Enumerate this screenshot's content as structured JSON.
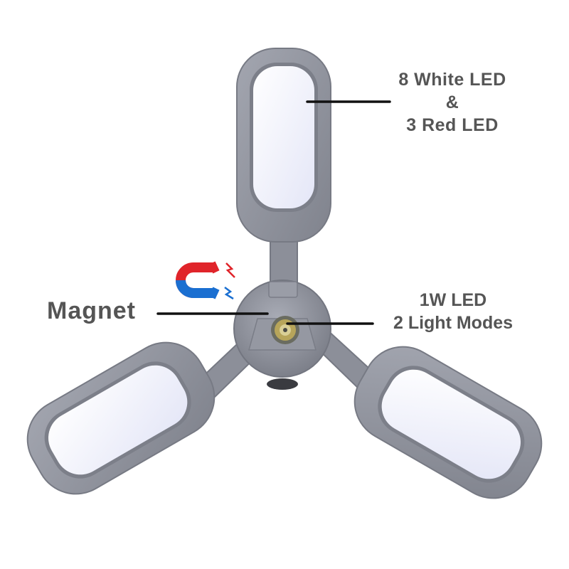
{
  "annotations": {
    "led_panel": {
      "line1": "8 White LED",
      "line2": "&",
      "line3": "3 Red LED"
    },
    "magnet": {
      "label": "Magnet"
    },
    "center_light": {
      "line1": "1W LED",
      "line2": "2 Light Modes"
    }
  },
  "icons": {
    "magnet_icon": "horseshoe-magnet-icon"
  },
  "colors": {
    "background": "#ffffff",
    "housing": "#8f929c",
    "housing_dark": "#6f727b",
    "panel": "#eef0fb",
    "label_text": "#555555",
    "leader_line": "#111111",
    "magnet_red": "#e0242a",
    "magnet_blue": "#1a6fd1"
  }
}
